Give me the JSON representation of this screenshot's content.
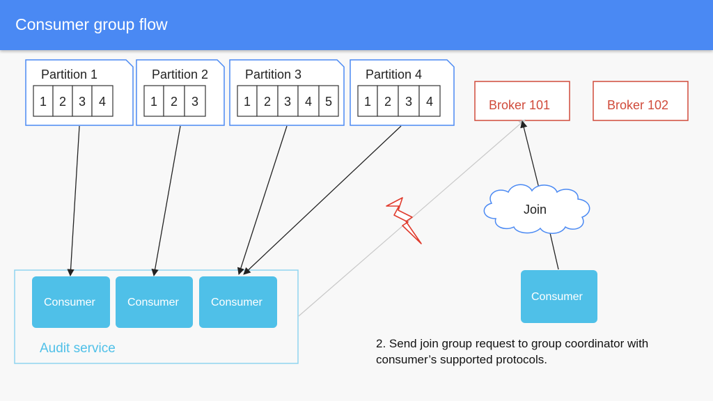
{
  "header": {
    "title": "Consumer group flow"
  },
  "partitions": [
    {
      "label": "Partition 1",
      "cells": [
        "1",
        "2",
        "3",
        "4"
      ]
    },
    {
      "label": "Partition 2",
      "cells": [
        "1",
        "2",
        "3"
      ]
    },
    {
      "label": "Partition 3",
      "cells": [
        "1",
        "2",
        "3",
        "4",
        "5"
      ]
    },
    {
      "label": "Partition 4",
      "cells": [
        "1",
        "2",
        "3",
        "4"
      ]
    }
  ],
  "brokers": [
    {
      "label": "Broker 101"
    },
    {
      "label": "Broker 102"
    }
  ],
  "audit_service": {
    "label": "Audit service",
    "consumers": [
      "Consumer",
      "Consumer",
      "Consumer"
    ]
  },
  "standalone_consumer": {
    "label": "Consumer"
  },
  "join_cloud": {
    "label": "Join"
  },
  "note": {
    "text": "2. Send join group request to group coordinator with consumer’s supported protocols."
  },
  "colors": {
    "header": "#4a89f3",
    "partition_border": "#4a89f3",
    "broker": "#d04a3a",
    "consumer_fill": "#4fc0e8",
    "audit_border": "#8fd4ef",
    "failure_bolt": "#e03b2d"
  }
}
